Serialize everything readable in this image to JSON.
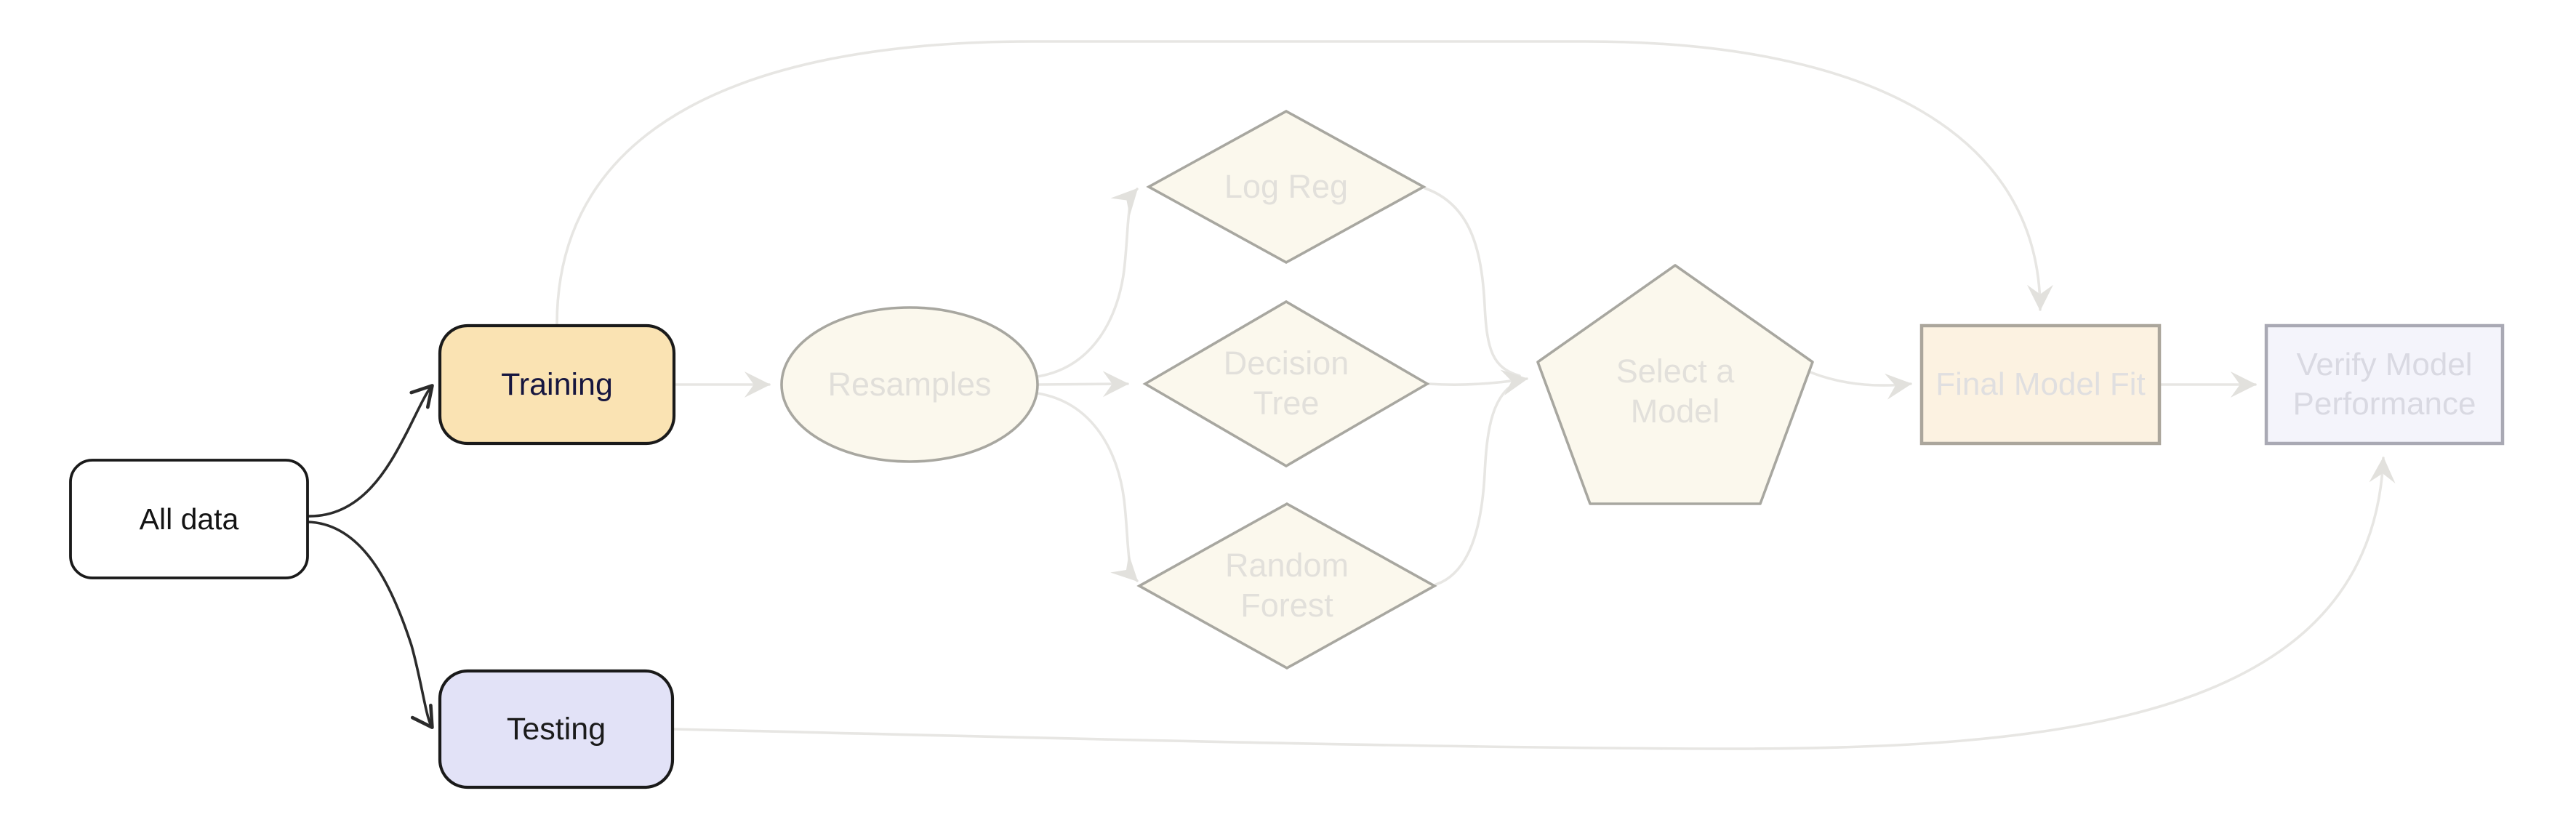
{
  "diagram": {
    "type": "flowchart",
    "description": "Machine learning modeling workflow; Training/Testing split highlighted, downstream steps faded",
    "nodes": {
      "all_data": {
        "label": "All data",
        "shape": "rounded-rect",
        "state": "active",
        "fill": "#ffffff",
        "border": "#1a1a1a",
        "text_color": "#141414"
      },
      "training": {
        "label": "Training",
        "shape": "rounded-rect",
        "state": "active",
        "fill": "#fae3b3",
        "border": "#1a1a1a",
        "text_color": "#16163f"
      },
      "testing": {
        "label": "Testing",
        "shape": "rounded-rect",
        "state": "active",
        "fill": "#e2e2f7",
        "border": "#1a1a1a",
        "text_color": "#1b1b1b"
      },
      "resamples": {
        "label": "Resamples",
        "shape": "ellipse",
        "state": "faded",
        "fill": "#fbf8ed",
        "border": "#a8a7a0",
        "text_color": "#e1dfda"
      },
      "log_reg": {
        "label": "Log Reg",
        "shape": "diamond",
        "state": "faded",
        "fill": "#fbf8ed",
        "border": "#a8a7a0",
        "text_color": "#e2e0db"
      },
      "decision_tree": {
        "label": "Decision\nTree",
        "shape": "diamond",
        "state": "faded",
        "fill": "#fbf8ed",
        "border": "#a8a7a0",
        "text_color": "#e2e0db"
      },
      "random_forest": {
        "label": "Random\nForest",
        "shape": "diamond",
        "state": "faded",
        "fill": "#fbf8ed",
        "border": "#a8a7a0",
        "text_color": "#e2e0db"
      },
      "select_model": {
        "label": "Select a\nModel",
        "shape": "pentagon",
        "state": "faded",
        "fill": "#fbf8ed",
        "border": "#a8a7a0",
        "text_color": "#e2e0db"
      },
      "final_model_fit": {
        "label": "Final Model Fit",
        "shape": "rect",
        "state": "faded",
        "fill": "#fcf2e1",
        "border": "#aba69c",
        "text_color": "#e0dfe0"
      },
      "verify": {
        "label": "Verify Model\nPerformance",
        "shape": "rect",
        "state": "faded",
        "fill": "#f4f4fb",
        "border": "#a9a9b4",
        "text_color": "#d9d9e2"
      }
    },
    "edges": [
      {
        "from": "all_data",
        "to": "training",
        "style": "dark"
      },
      {
        "from": "all_data",
        "to": "testing",
        "style": "dark"
      },
      {
        "from": "training",
        "to": "resamples",
        "style": "faded"
      },
      {
        "from": "training",
        "to": "final_model_fit",
        "style": "faded",
        "route": "over-the-top"
      },
      {
        "from": "resamples",
        "to": "log_reg",
        "style": "faded"
      },
      {
        "from": "resamples",
        "to": "decision_tree",
        "style": "faded"
      },
      {
        "from": "resamples",
        "to": "random_forest",
        "style": "faded"
      },
      {
        "from": "log_reg",
        "to": "select_model",
        "style": "faded"
      },
      {
        "from": "decision_tree",
        "to": "select_model",
        "style": "faded"
      },
      {
        "from": "random_forest",
        "to": "select_model",
        "style": "faded"
      },
      {
        "from": "select_model",
        "to": "final_model_fit",
        "style": "faded"
      },
      {
        "from": "final_model_fit",
        "to": "verify",
        "style": "faded"
      },
      {
        "from": "testing",
        "to": "verify",
        "style": "faded",
        "route": "under-the-bottom"
      }
    ],
    "colors": {
      "background": "#ffffff",
      "dark_edge": "#2b2b2b",
      "faded_edge": "#e7e6e3",
      "faded_border": "#a8a7a0",
      "training_fill": "#fae3b3",
      "testing_fill": "#e2e2f7",
      "cream_fill": "#fbf8ed",
      "final_fit_fill": "#fcf2e1",
      "verify_fill": "#f4f4fb"
    }
  }
}
